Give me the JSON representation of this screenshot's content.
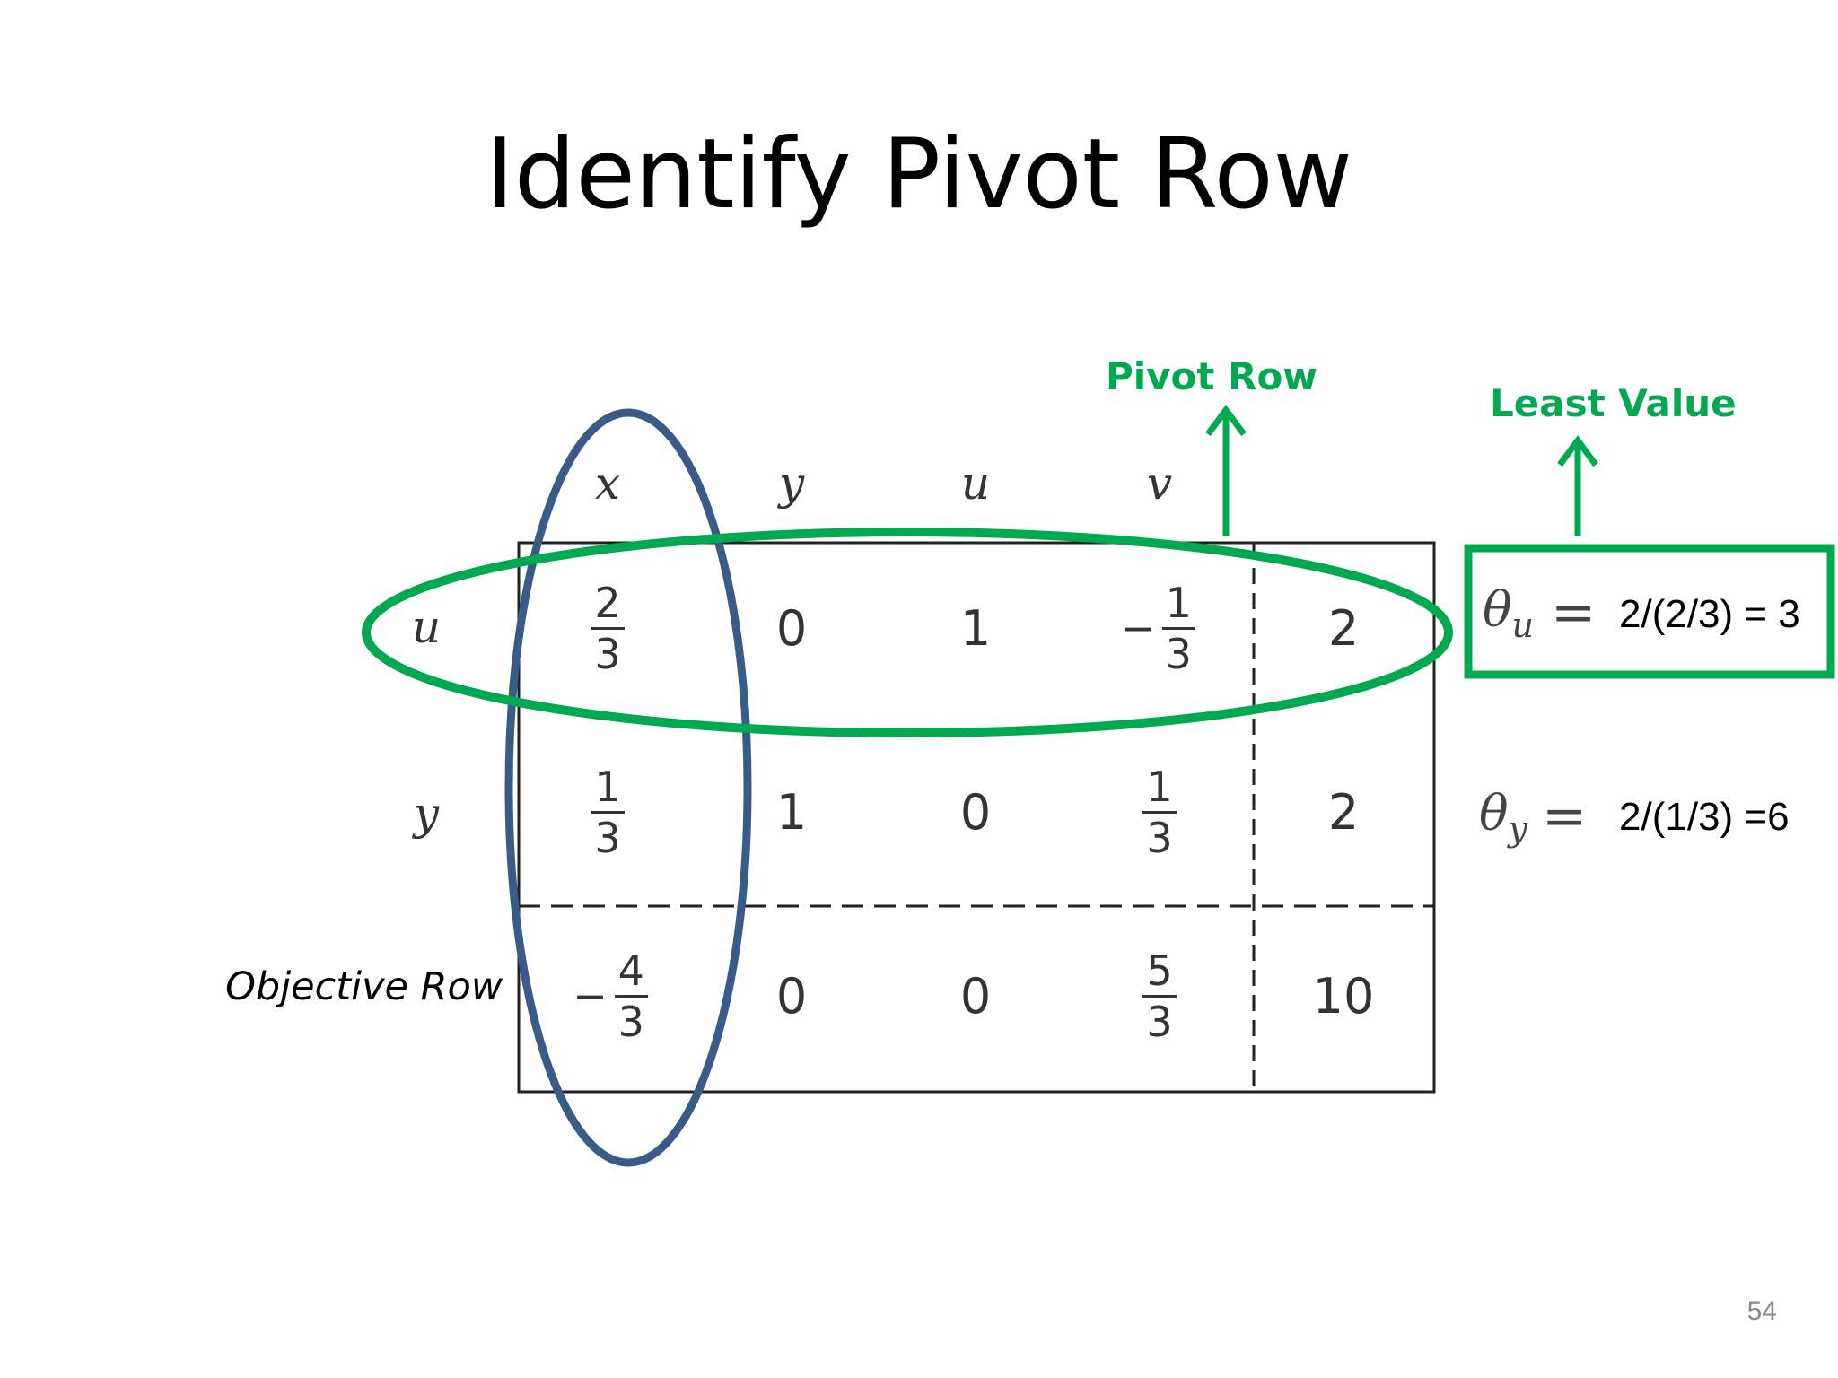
{
  "title": "Identify Pivot Row",
  "columns": [
    "x",
    "y",
    "u",
    "v"
  ],
  "rows": [
    {
      "label": "u",
      "cells": [
        {
          "neg": false,
          "num": "2",
          "den": "3"
        },
        {
          "int": "0"
        },
        {
          "int": "1"
        },
        {
          "neg": true,
          "num": "1",
          "den": "3"
        },
        {
          "int": "2"
        }
      ]
    },
    {
      "label": "y",
      "cells": [
        {
          "neg": false,
          "num": "1",
          "den": "3"
        },
        {
          "int": "1"
        },
        {
          "int": "0"
        },
        {
          "neg": false,
          "num": "1",
          "den": "3"
        },
        {
          "int": "2"
        }
      ]
    },
    {
      "label": "Objective Row",
      "cells": [
        {
          "neg": true,
          "num": "4",
          "den": "3"
        },
        {
          "int": "0"
        },
        {
          "int": "0"
        },
        {
          "neg": false,
          "num": "5",
          "den": "3"
        },
        {
          "int": "10"
        }
      ]
    }
  ],
  "annotations": {
    "pivot_row": "Pivot Row",
    "least_value": "Least Value"
  },
  "ratios": [
    {
      "theta": "θ",
      "sub": "u",
      "eq": "=",
      "expr": "2/(2/3) = 3"
    },
    {
      "theta": "θ",
      "sub": "y",
      "eq": "=",
      "expr": "2/(1/3) =6"
    }
  ],
  "colors": {
    "green": "#00a84f",
    "blue": "#3a5a88"
  },
  "page_number": "54"
}
